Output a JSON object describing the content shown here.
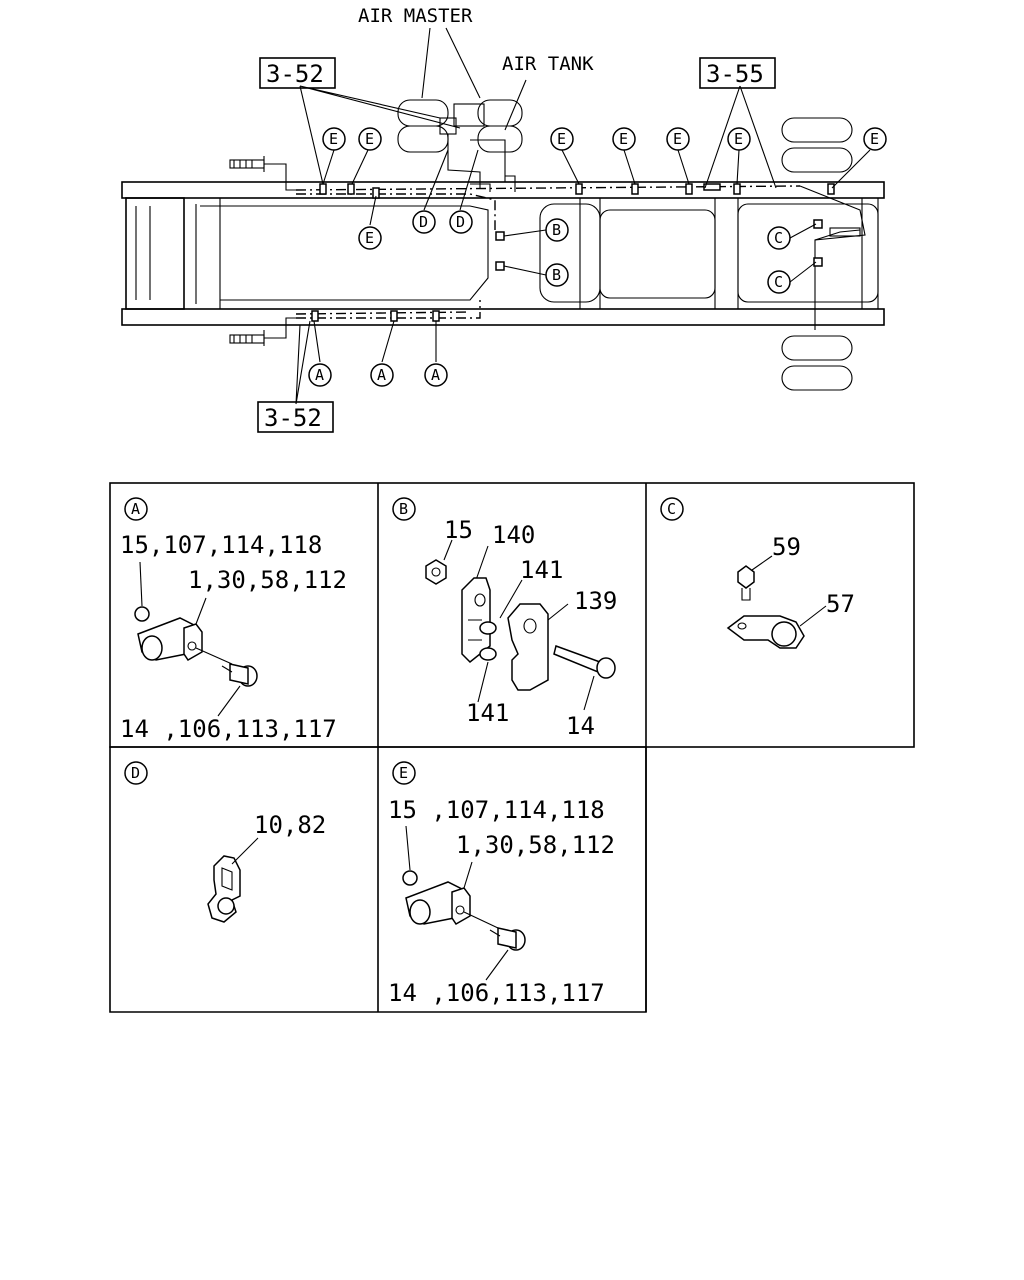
{
  "main_diagram": {
    "callouts": {
      "air_master": "AIR MASTER",
      "air_tank": "AIR TANK"
    },
    "references": {
      "top_left": "3-52",
      "top_right": "3-55",
      "bottom_left": "3-52"
    },
    "markers": {
      "A": "A",
      "B": "B",
      "C": "C",
      "D": "D",
      "E": "E"
    }
  },
  "detail_panels": [
    {
      "key": "A",
      "labels": [
        "15,107,114,118",
        "1,30,58,112",
        "14 ,106,113,117"
      ]
    },
    {
      "key": "B",
      "labels": [
        "15",
        "140",
        "141",
        "139",
        "141",
        "14"
      ]
    },
    {
      "key": "C",
      "labels": [
        "59",
        "57"
      ]
    },
    {
      "key": "D",
      "labels": [
        "10,82"
      ]
    },
    {
      "key": "E",
      "labels": [
        "15 ,107,114,118",
        "1,30,58,112",
        "14 ,106,113,117"
      ]
    }
  ]
}
